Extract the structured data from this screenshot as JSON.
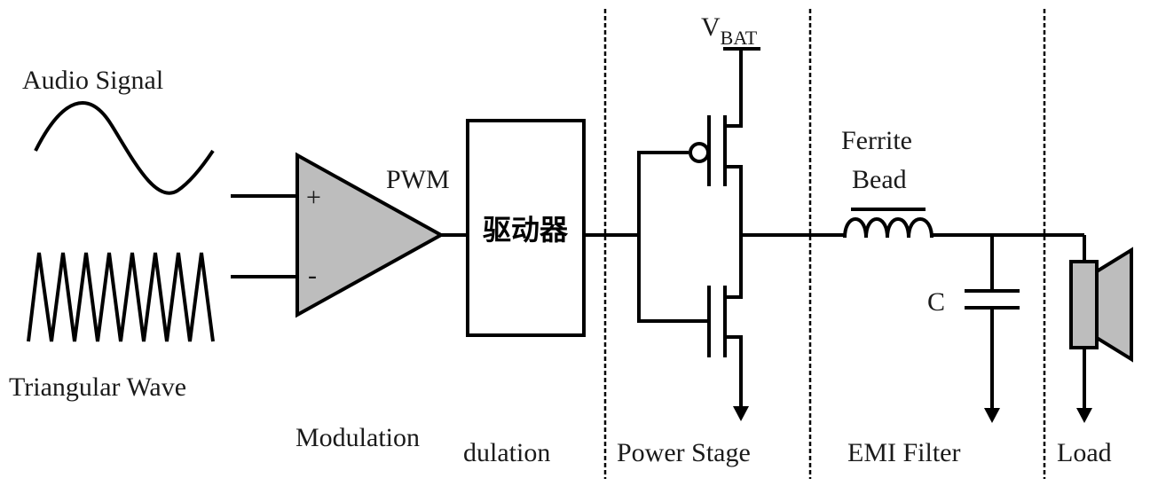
{
  "labels": {
    "audio_signal": "Audio Signal",
    "triangular_wave": "Triangular Wave",
    "plus": "+",
    "minus": "-",
    "pwm": "PWM",
    "driver": "驱动器",
    "vbat_main": "V",
    "vbat_sub": "BAT",
    "ferrite": "Ferrite",
    "bead": "Bead",
    "capacitor": "C",
    "modulation": "Modulation",
    "modulation_overlap": "dulation",
    "power_stage": "Power Stage",
    "emi_filter": "EMI Filter",
    "load": "Load"
  },
  "colors": {
    "fill_gray": "#bdbdbd",
    "stroke": "#000000"
  }
}
